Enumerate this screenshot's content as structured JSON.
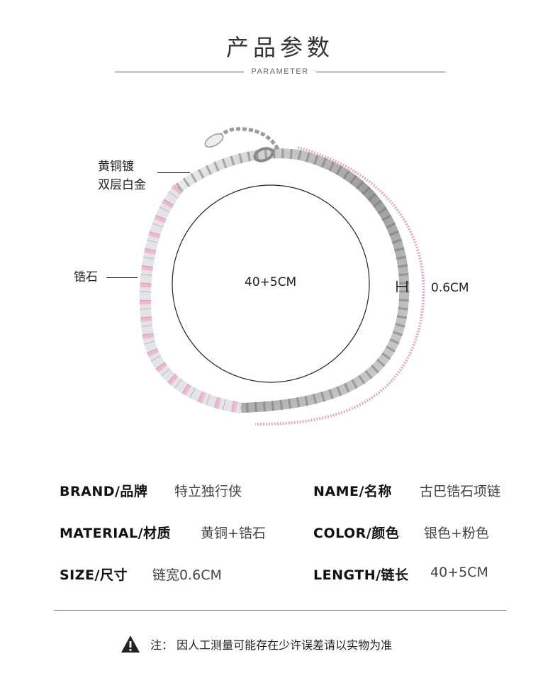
{
  "header": {
    "title": "产品参数",
    "subtitle": "PARAMETER"
  },
  "figure": {
    "circle_label": "40+5CM",
    "width_label": "0.6CM",
    "plating_line1": "黄铜镀",
    "plating_line2": "双层白金",
    "stone_label": "锆石"
  },
  "specs": {
    "brand": {
      "label": "BRAND/品牌",
      "value": "特立独行侠"
    },
    "name": {
      "label": "NAME/名称",
      "value": "古巴锆石项链"
    },
    "material": {
      "label": "MATERIAL/材质",
      "value": "黄铜+锆石"
    },
    "color": {
      "label": "COLOR/颜色",
      "value": "银色+粉色"
    },
    "size": {
      "label": "SIZE/尺寸",
      "value": "链宽0.6CM"
    },
    "length": {
      "label": "LENGTH/链长",
      "value": "40+5CM"
    }
  },
  "notice": {
    "text": "注：  因人工测量可能存在少许误差请以实物为准"
  },
  "colors": {
    "chain_silver": "#b9b9b9",
    "stone_pink": "#f2c2d6",
    "crystal": "#e8e8ec"
  }
}
